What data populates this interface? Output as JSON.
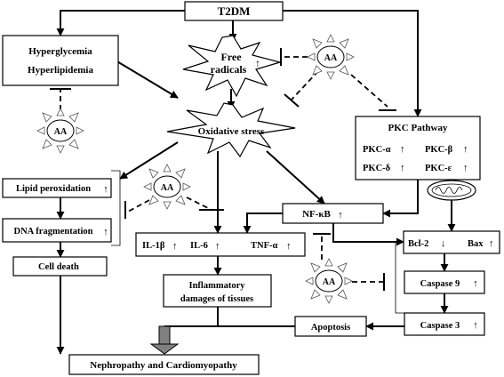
{
  "nodes": {
    "t2dm": "T2DM",
    "hyperglycemia": "Hyperglycemia",
    "hyperlipidemia": "Hyperlipidemia",
    "free_radicals_1": "Free",
    "free_radicals_2": "radicals",
    "oxidative_stress": "Oxidative stress",
    "pkc_pathway": "PKC Pathway",
    "pkc_alpha": "PKC-α",
    "pkc_beta": "PKC-β",
    "pkc_delta": "PKC-δ",
    "pkc_epsilon": "PKC-ε",
    "lipid_peroxidation": "Lipid peroxidation",
    "dna_fragmentation": "DNA fragmentation",
    "cell_death": "Cell death",
    "nf_kb": "NF-κB",
    "il1b": "IL-1β",
    "il6": "IL-6",
    "tnfa": "TNF-α",
    "bcl2": "Bcl-2",
    "bax": "Bax",
    "caspase9": "Caspase 9",
    "caspase3": "Caspase 3",
    "inflammatory_1": "Inflammatory",
    "inflammatory_2": "damages of tissues",
    "apoptosis": "Apoptosis",
    "outcome": "Nephropathy and Cardiomyopathy"
  },
  "inhibitor_label": "AA",
  "up_arrow": "↑",
  "down_arrow": "↓",
  "colors": {
    "line": "#000000",
    "outcome_arrow": "#808080",
    "background": "#ffffff"
  }
}
